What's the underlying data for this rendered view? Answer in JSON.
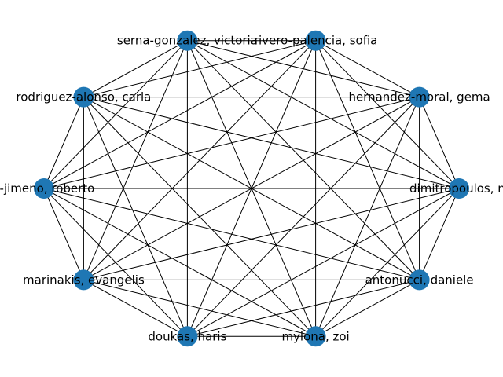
{
  "graph": {
    "type": "complete-graph",
    "node_color": "#1f77b4",
    "edge_color": "#000000",
    "nodes": [
      {
        "id": "n0",
        "label": "dimitropoulos, ni"
      },
      {
        "id": "n1",
        "label": "hernandez-moral, gema"
      },
      {
        "id": "n2",
        "label": "rivero-palencia, sofia"
      },
      {
        "id": "n3",
        "label": "serna-gonzalez, victoria"
      },
      {
        "id": "n4",
        "label": " rodriguez-alonso, carla"
      },
      {
        "id": "n5",
        "label": "z-jimeno, roberto"
      },
      {
        "id": "n6",
        "label": "marinakis, evangelis"
      },
      {
        "id": "n7",
        "label": "doukas, haris"
      },
      {
        "id": "n8",
        "label": "mylona, zoi"
      },
      {
        "id": "n9",
        "label": "antonucci, daniele"
      }
    ]
  }
}
